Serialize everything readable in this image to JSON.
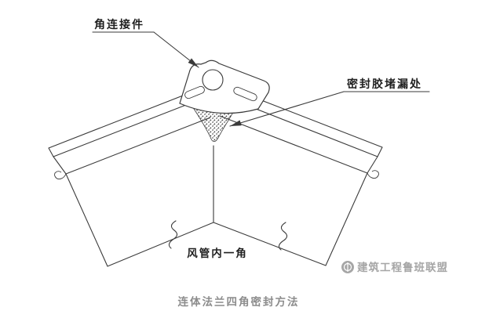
{
  "page": {
    "background": "#ffffff"
  },
  "diagram": {
    "type": "isometric-technical-drawing",
    "labels": {
      "corner_connector": "角连接件",
      "sealant_point": "密封胶堵漏处",
      "duct_inner_corner": "风管内一角"
    },
    "caption": "连体法兰四角密封方法",
    "watermark": {
      "text": "建筑工程鲁班联盟",
      "icon": "luban-logo"
    },
    "colors": {
      "line": "#3a3a3a",
      "label_text": "#1f1f1f",
      "caption_text": "#8c8c8c",
      "watermark": "#a6a6a6",
      "sealant_dots": "#2b2b2b"
    }
  }
}
